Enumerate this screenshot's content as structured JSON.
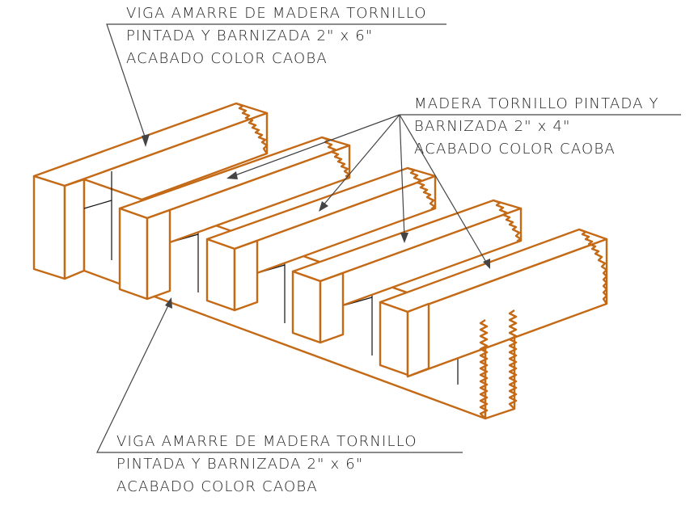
{
  "labels": {
    "top_beam": {
      "line1": "VIGA AMARRE DE MADERA TORNILLO",
      "line2": "PINTADA Y BARNIZADA 2\" x 6\"",
      "line3": "ACABADO  COLOR CAOBA"
    },
    "joists": {
      "line1": "MADERA TORNILLO PINTADA Y",
      "line2": "BARNIZADA 2\" x 4\"",
      "line3": "ACABADO  COLOR CAOBA"
    },
    "bottom_beam": {
      "line1": "VIGA AMARRE DE MADERA TORNILLO",
      "line2": "PINTADA Y BARNIZADA 2\" x 6\"",
      "line3": "ACABADO  COLOR CAOBA"
    }
  },
  "colors": {
    "wood": "#c46a16",
    "lines": "#111111",
    "leader": "#444444"
  }
}
